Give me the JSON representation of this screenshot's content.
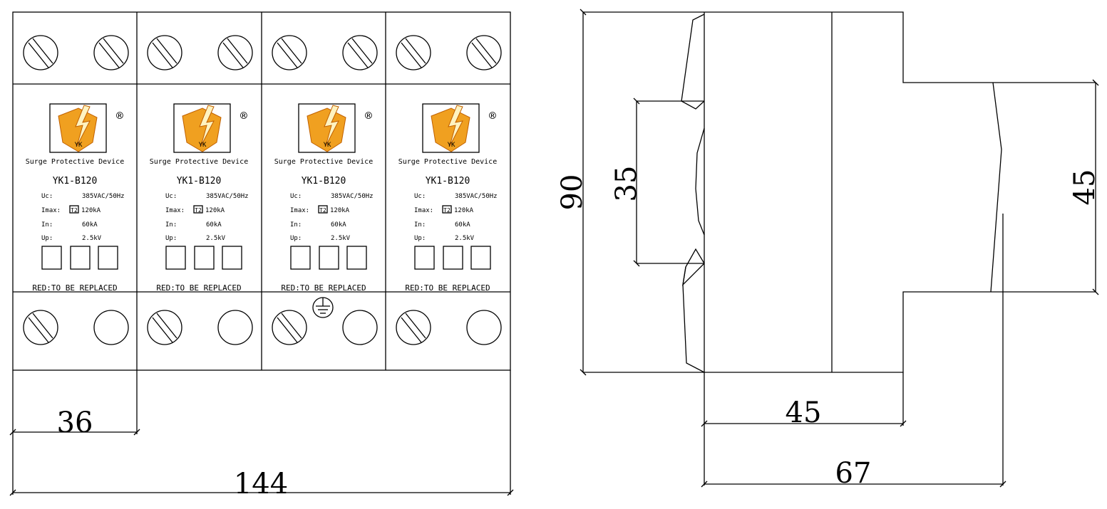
{
  "modules": [
    {
      "brand_mark": "YK",
      "registered": "®",
      "title": "Surge Protective Device",
      "model": "YK1-B120",
      "specs": [
        {
          "label": "Uc:",
          "value": "385VAC/50Hz"
        },
        {
          "label": "Imax:",
          "value": "120kA"
        },
        {
          "label": "In:",
          "value": "60kA"
        },
        {
          "label": "Up:",
          "value": "2.5kV"
        }
      ],
      "class_mark": "T2",
      "warning": "RED:TO BE REPLACED",
      "earth": false
    },
    {
      "brand_mark": "YK",
      "registered": "®",
      "title": "Surge Protective Device",
      "model": "YK1-B120",
      "specs": [
        {
          "label": "Uc:",
          "value": "385VAC/50Hz"
        },
        {
          "label": "Imax:",
          "value": "120kA"
        },
        {
          "label": "In:",
          "value": "60kA"
        },
        {
          "label": "Up:",
          "value": "2.5kV"
        }
      ],
      "class_mark": "T2",
      "warning": "RED:TO BE REPLACED",
      "earth": false
    },
    {
      "brand_mark": "YK",
      "registered": "®",
      "title": "Surge Protective Device",
      "model": "YK1-B120",
      "specs": [
        {
          "label": "Uc:",
          "value": "385VAC/50Hz"
        },
        {
          "label": "Imax:",
          "value": "120kA"
        },
        {
          "label": "In:",
          "value": "60kA"
        },
        {
          "label": "Up:",
          "value": "2.5kV"
        }
      ],
      "class_mark": "T2",
      "warning": "RED:TO BE REPLACED",
      "earth": true
    },
    {
      "brand_mark": "YK",
      "registered": "®",
      "title": "Surge Protective Device",
      "model": "YK1-B120",
      "specs": [
        {
          "label": "Uc:",
          "value": "385VAC/50Hz"
        },
        {
          "label": "Imax:",
          "value": "120kA"
        },
        {
          "label": "In:",
          "value": "60kA"
        },
        {
          "label": "Up:",
          "value": "2.5kV"
        }
      ],
      "class_mark": "T2",
      "warning": "RED:TO BE REPLACED",
      "earth": false
    }
  ],
  "dimensions": {
    "module_width": "36",
    "total_width": "144",
    "height": "90",
    "rail": "35",
    "front_height": "45",
    "depth_base": "45",
    "depth_total": "67"
  },
  "colors": {
    "logo_orange": "#f0a020",
    "logo_dark": "#c06000"
  }
}
